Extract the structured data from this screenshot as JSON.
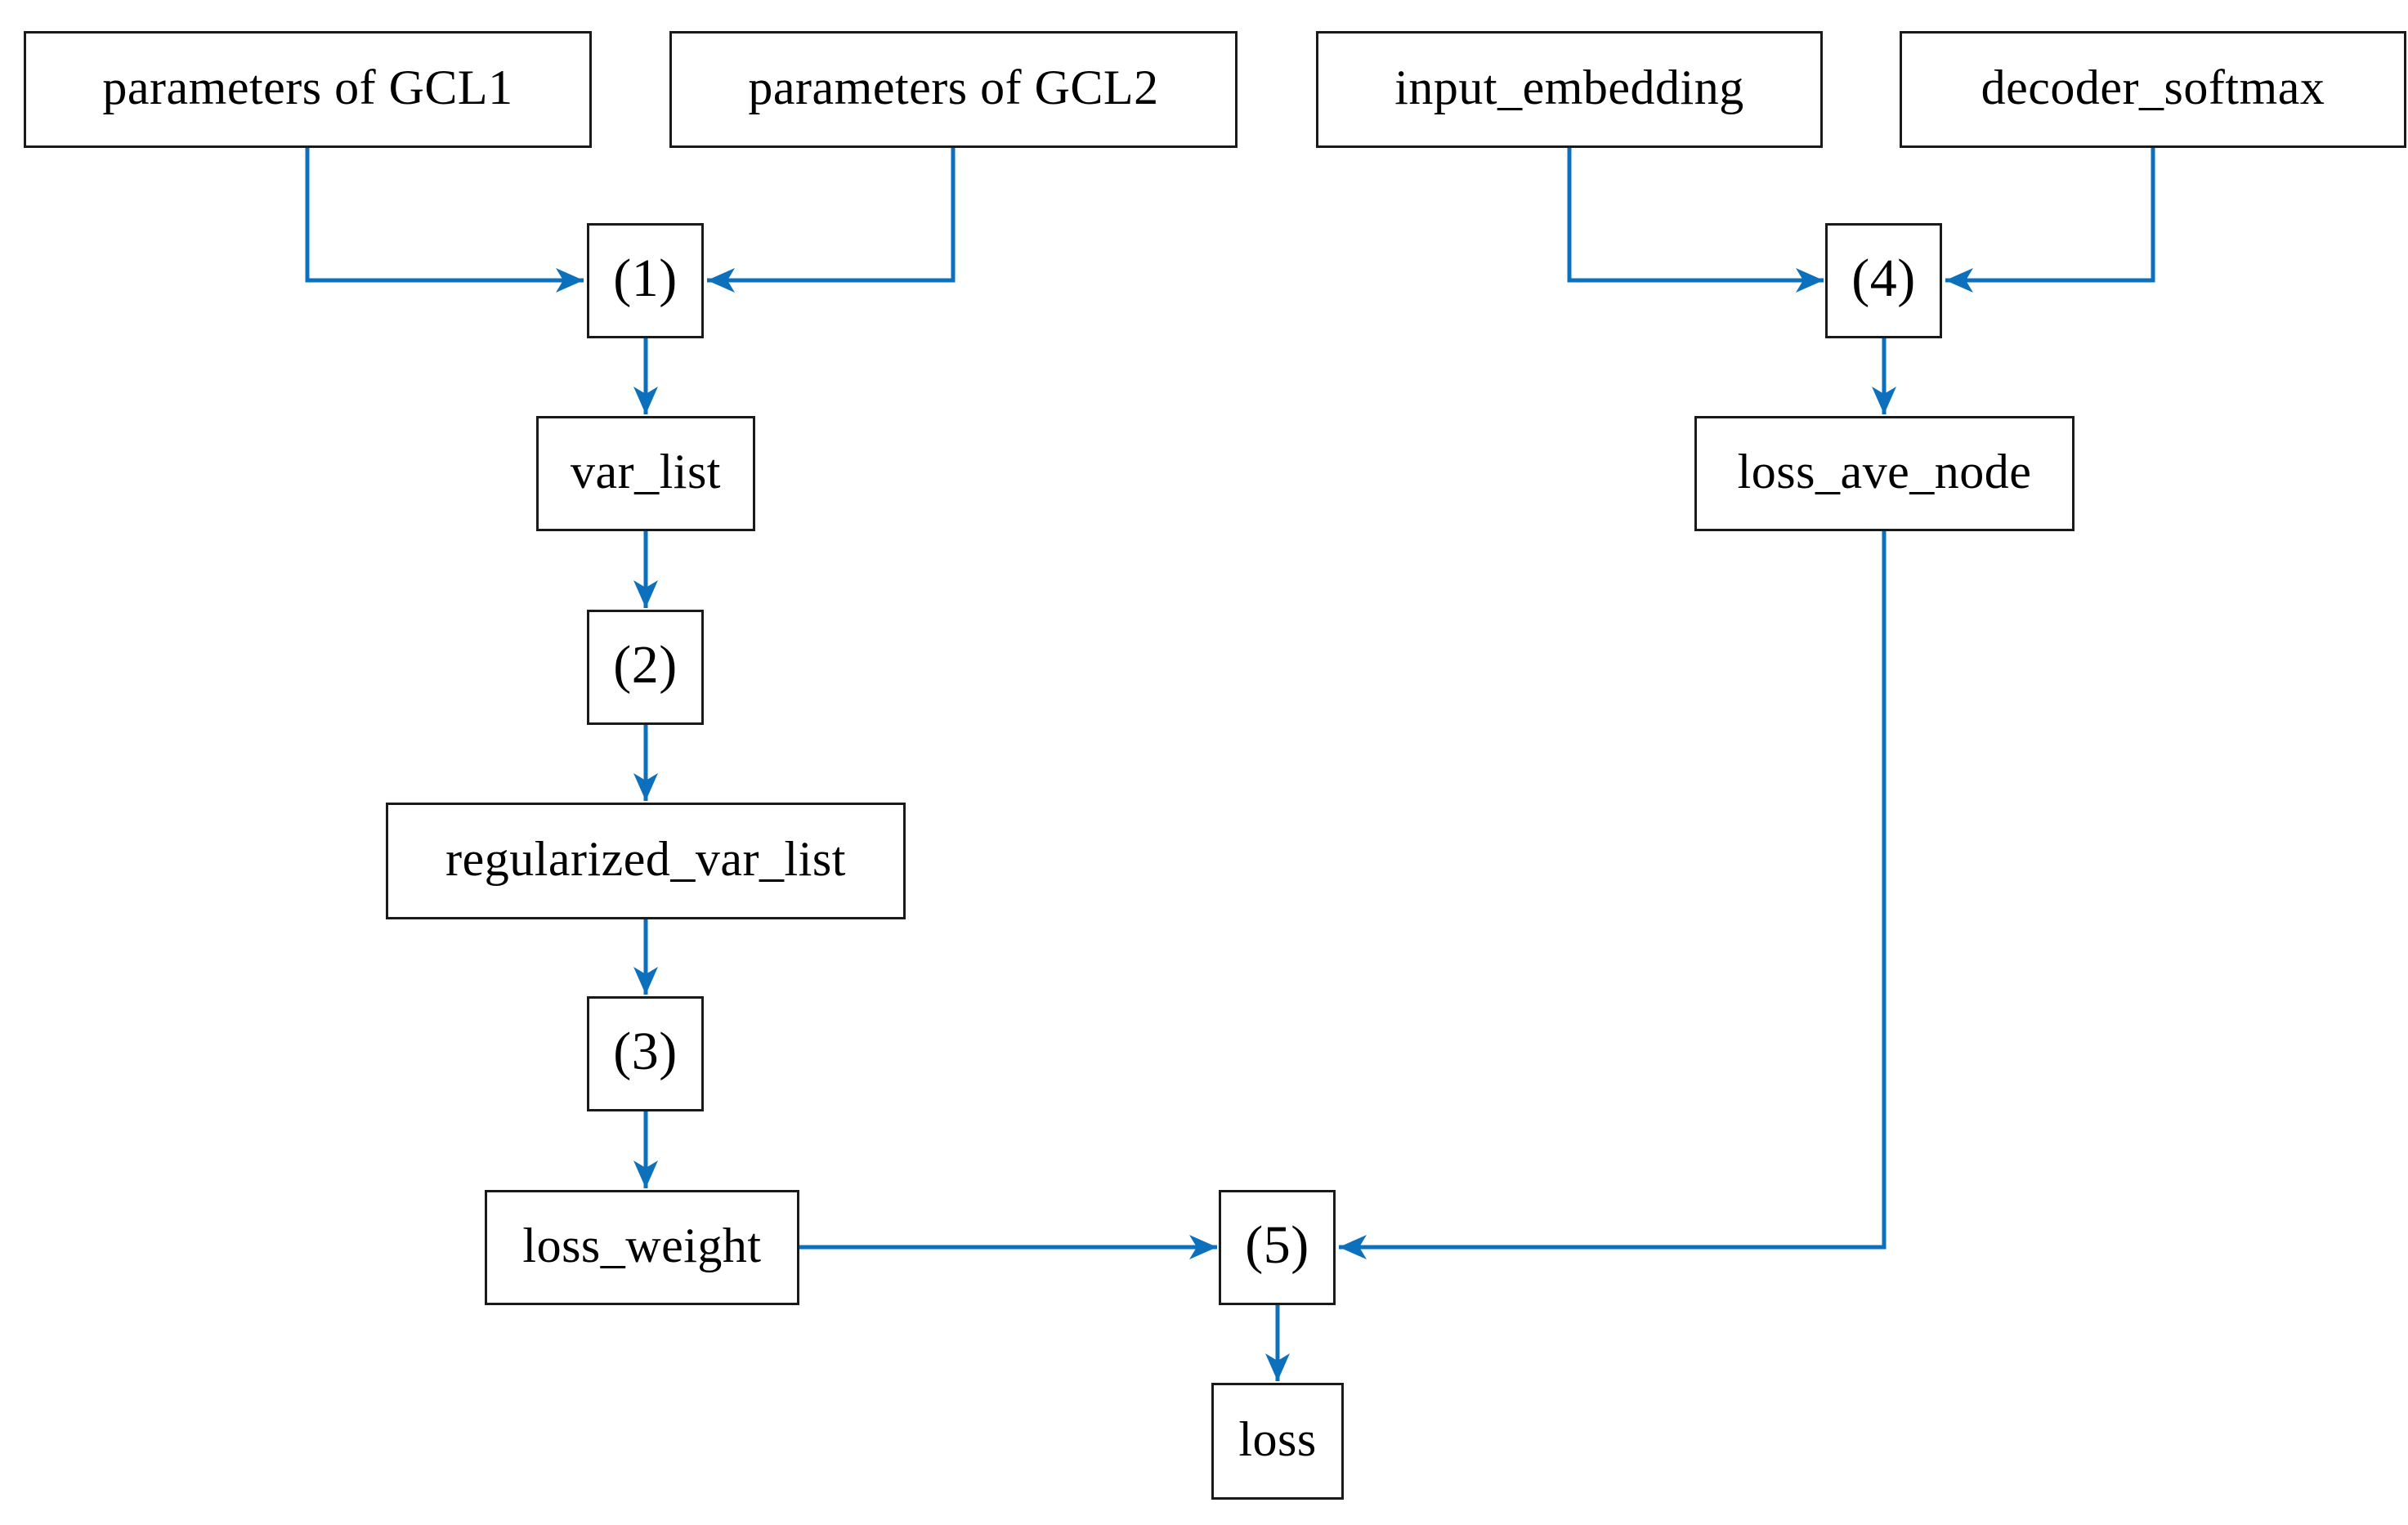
{
  "figure": {
    "type": "flowchart",
    "background": "#ffffff",
    "colors": {
      "arrow": "#0d70bc",
      "node_border": "#1a1a1a",
      "node_fill": "#ffffff",
      "text": "#000000"
    },
    "nodes": [
      {
        "id": "gcl1",
        "label": "parameters of GCL1"
      },
      {
        "id": "gcl2",
        "label": "parameters of GCL2"
      },
      {
        "id": "input_embedding",
        "label": "input_embedding"
      },
      {
        "id": "decoder_softmax",
        "label": "decoder_softmax"
      },
      {
        "id": "op1",
        "label": "(1)"
      },
      {
        "id": "op4",
        "label": "(4)"
      },
      {
        "id": "var_list",
        "label": "var_list"
      },
      {
        "id": "loss_ave_node",
        "label": "loss_ave_node"
      },
      {
        "id": "op2",
        "label": "(2)"
      },
      {
        "id": "regularized_var_list",
        "label": "regularized_var_list"
      },
      {
        "id": "op3",
        "label": "(3)"
      },
      {
        "id": "loss_weight",
        "label": "loss_weight"
      },
      {
        "id": "op5",
        "label": "(5)"
      },
      {
        "id": "loss",
        "label": "loss"
      }
    ],
    "edges": [
      {
        "from": "gcl1",
        "to": "op1"
      },
      {
        "from": "gcl2",
        "to": "op1"
      },
      {
        "from": "op1",
        "to": "var_list"
      },
      {
        "from": "var_list",
        "to": "op2"
      },
      {
        "from": "op2",
        "to": "regularized_var_list"
      },
      {
        "from": "regularized_var_list",
        "to": "op3"
      },
      {
        "from": "op3",
        "to": "loss_weight"
      },
      {
        "from": "loss_weight",
        "to": "op5"
      },
      {
        "from": "input_embedding",
        "to": "op4"
      },
      {
        "from": "decoder_softmax",
        "to": "op4"
      },
      {
        "from": "op4",
        "to": "loss_ave_node"
      },
      {
        "from": "loss_ave_node",
        "to": "op5"
      },
      {
        "from": "op5",
        "to": "loss"
      }
    ]
  }
}
